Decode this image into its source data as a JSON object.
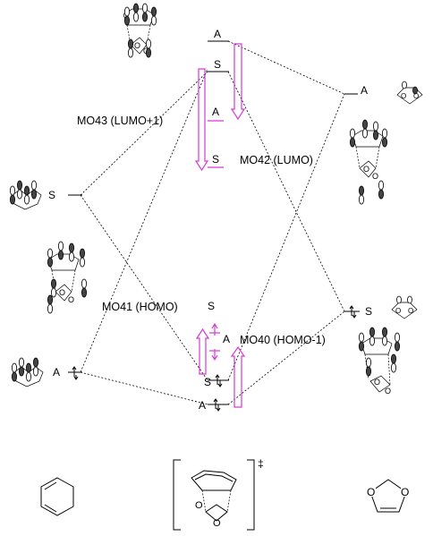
{
  "mo_labels": {
    "lumo_plus1": "MO43 (LUMO+1)",
    "lumo": "MO42 (LUMO)",
    "homo": "MO41 (HOMO)",
    "homo_minus1": "MO40 (HOMO-1)"
  },
  "symmetry": {
    "A": "A",
    "S": "S"
  },
  "dagger": "‡",
  "colors": {
    "accent": "#d63ad6",
    "line": "#000000"
  }
}
